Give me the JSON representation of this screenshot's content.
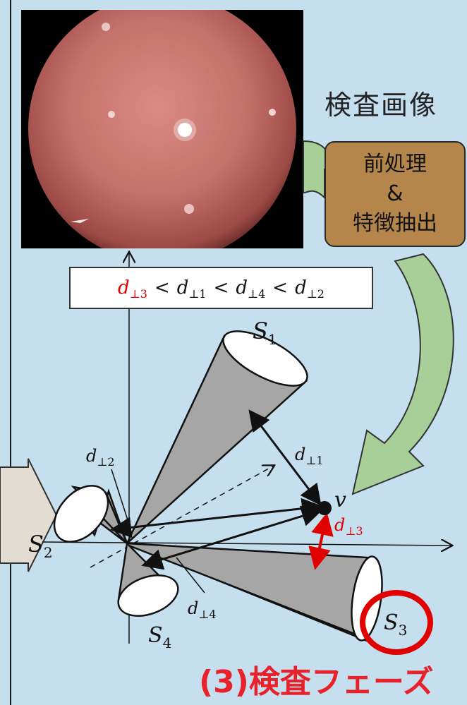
{
  "image_title": "検査画像",
  "process_box": {
    "line1": "前処理",
    "line2": "&",
    "line3": "特徴抽出"
  },
  "inequality": {
    "t1": "d",
    "t1_sub": "⊥3",
    "op": "<",
    "t2": "d",
    "t2_sub": "⊥1",
    "t3": "d",
    "t3_sub": "⊥4",
    "t4": "d",
    "t4_sub": "⊥2"
  },
  "labels": {
    "s1": "S",
    "s1_sub": "1",
    "s2": "S",
    "s2_sub": "2",
    "s3": "S",
    "s3_sub": "3",
    "s4": "S",
    "s4_sub": "4",
    "v": "v",
    "d1": "d",
    "d1_sub": "⊥1",
    "d2": "d",
    "d2_sub": "⊥2",
    "d3": "d",
    "d3_sub": "⊥3",
    "d4": "d",
    "d4_sub": "⊥4"
  },
  "phase_label": "(3)検査フェーズ",
  "colors": {
    "background": "#c5dfef",
    "cone_fill": "#a6a6a6",
    "process_box": "#b5864c",
    "flow_arrow": "#a9cf98",
    "left_arrow": "#e2ddd0",
    "highlight": "#e00000",
    "phase_label": "#e8222a"
  }
}
